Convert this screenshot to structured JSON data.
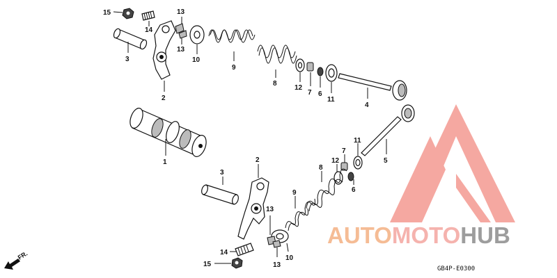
{
  "diagram": {
    "callouts": {
      "top": {
        "c15": "15",
        "c14": "14",
        "c13a": "13",
        "c13b": "13",
        "c3": "3",
        "c2": "2",
        "c10": "10",
        "c9": "9",
        "c8": "8",
        "c12": "12",
        "c7": "7",
        "c6": "6",
        "c11": "11",
        "c4": "4",
        "c1": "1"
      },
      "bottom": {
        "c5": "5",
        "c11": "11",
        "c7": "7",
        "c12": "12",
        "c8": "8",
        "c6": "6",
        "c3": "3",
        "c2": "2",
        "c9": "9",
        "c13a": "13",
        "c14": "14",
        "c15": "15",
        "c10": "10",
        "c13b": "13"
      }
    },
    "direction_label": "FR.",
    "drawing_code": "GB4P-E0300"
  },
  "watermark": {
    "part1": "AUTO",
    "part2": "MOTO",
    "part3": "HUB",
    "colors": {
      "auto": "#f4b183",
      "moto": "#f4a6a0",
      "hub": "#8c8c8c",
      "logo": "#f28b82"
    }
  }
}
